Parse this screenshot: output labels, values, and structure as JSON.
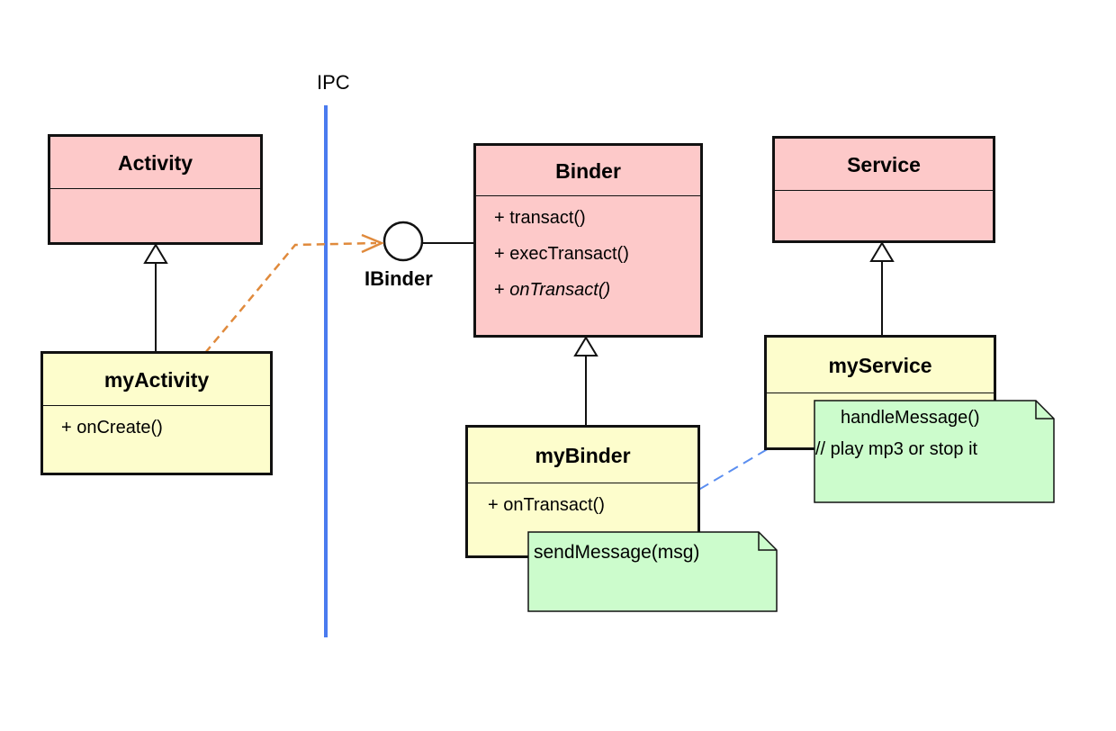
{
  "ipc": {
    "label": "IPC"
  },
  "interface": {
    "label": "IBinder"
  },
  "classes": {
    "activity": {
      "name": "Activity"
    },
    "binder": {
      "name": "Binder",
      "ops": [
        "+ transact()",
        "+ execTransact()",
        "onTransact()"
      ],
      "abstract_op": "+ "
    },
    "service": {
      "name": "Service"
    },
    "my_activity": {
      "name": "myActivity",
      "ops": [
        "+ onCreate()"
      ]
    },
    "my_binder": {
      "name": "myBinder",
      "ops": [
        "+ onTransact()"
      ]
    },
    "my_service": {
      "name": "myService"
    }
  },
  "notes": {
    "send": {
      "text": "sendMessage(msg)"
    },
    "handle": {
      "line1": "handleMessage()",
      "line2": "// play mp3 or stop it"
    }
  },
  "colors": {
    "base_class": "#fdc9c9",
    "sub_class": "#fdfdcc",
    "note": "#ccfccc",
    "ipc_line": "#4a7bef",
    "orange_dep": "#e08a3c",
    "blue_dep": "#5b8ef0"
  }
}
